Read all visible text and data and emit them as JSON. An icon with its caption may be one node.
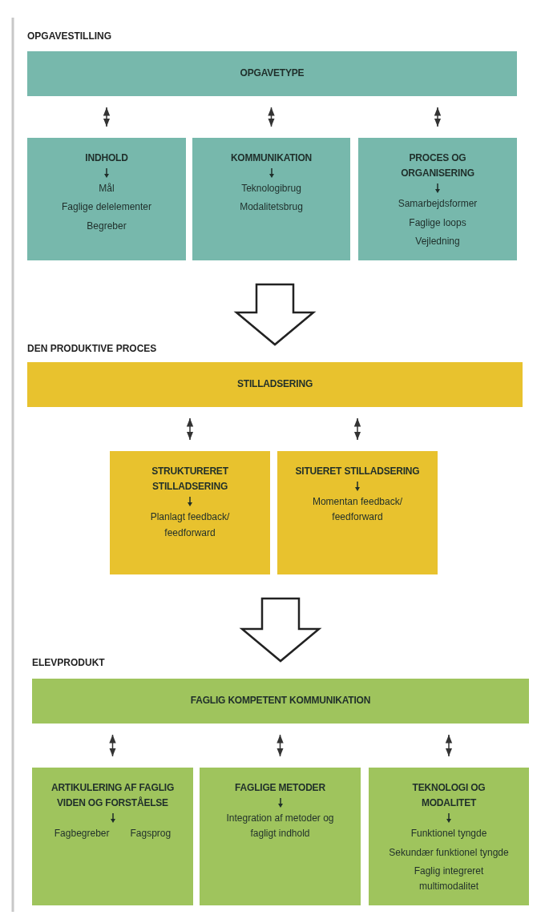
{
  "diagram": {
    "nodes": [
      {
        "text": [
          "OPGAVETYPE"
        ]
      },
      {
        "text": [
          "INDHOLD",
          "Mål",
          "Faglige delelementer",
          "Begreber"
        ]
      },
      {
        "text": [
          "KOMMUNIKATION",
          "Teknologibrug",
          "Modalitetsbrug"
        ]
      },
      {
        "text": [
          "PROCES OG ORGANISERING",
          "Samarbejdsformer",
          "Faglige loops",
          "Vejledning"
        ]
      },
      {
        "text": [
          "STILLADSERING"
        ]
      },
      {
        "text": [
          "STRUKTURERET STILLADSERING",
          "Planlagt feedback/ feedforward"
        ]
      },
      {
        "text": [
          "SITUERET STILLADSERING",
          "Momentan feedback/ feedforward"
        ]
      },
      {
        "text": [
          "FAGLIG KOMPETENT KOMMUNIKATION"
        ]
      },
      {
        "text": [
          "ARTIKULERING AF FAGLIG VIDEN OG FORSTÅELSE",
          "Fagbegreber",
          "Fagsprog"
        ]
      },
      {
        "text": [
          "FAGLIGE METODER",
          "Integration af metoder og fagligt indhold"
        ]
      },
      {
        "text": [
          "TEKNOLOGI OG MODALITET",
          "Funktionel tyngde",
          "Sekundær funktionel tyngde",
          "Faglig integreret multimodalitet"
        ]
      }
    ],
    "edges": [
      {
        "from": 0,
        "to": 1,
        "arrow": "both"
      },
      {
        "from": 0,
        "to": 2,
        "arrow": "both"
      },
      {
        "from": 0,
        "to": 3,
        "arrow": "both"
      },
      {
        "from": 2,
        "to": 4,
        "arrow": "to",
        "style": "thick"
      },
      {
        "from": 4,
        "to": 5,
        "arrow": "both"
      },
      {
        "from": 4,
        "to": 6,
        "arrow": "both"
      },
      {
        "from": 5,
        "to": 7,
        "arrow": "to",
        "style": "thick"
      },
      {
        "from": 7,
        "to": 8,
        "arrow": "both"
      },
      {
        "from": 7,
        "to": 9,
        "arrow": "both"
      },
      {
        "from": 7,
        "to": 10,
        "arrow": "both"
      }
    ],
    "labels": [
      "OPGAVESTILLING",
      "DEN PRODUKTIVE PROCES",
      "ELEVPRODUKT"
    ]
  }
}
